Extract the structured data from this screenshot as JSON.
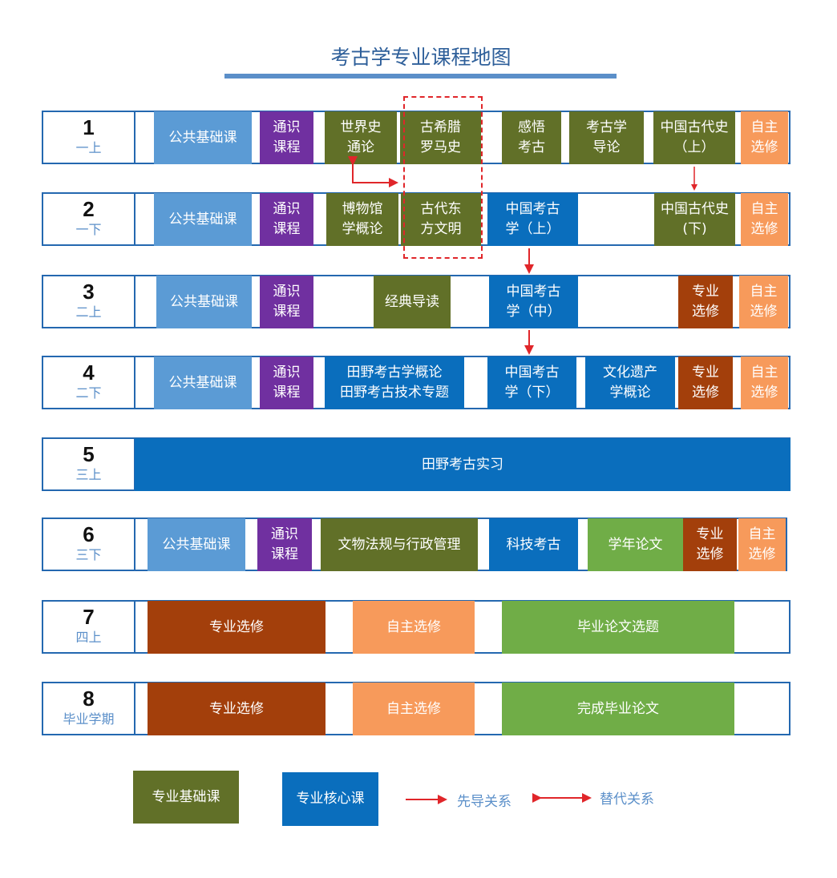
{
  "title": "考古学专业课程地图",
  "colors": {
    "public": "#5b9bd5",
    "general": "#7030a0",
    "base": "#617028",
    "core": "#0a6ebd",
    "major": "#a33f0b",
    "free": "#f79a5b",
    "thesis": "#70ad47",
    "arrow": "#e0262a"
  },
  "rows": [
    {
      "num": "1",
      "semester": "一上",
      "courses": [
        {
          "text": "公共基础课",
          "cat": "public"
        },
        {
          "text": "通识\n课程",
          "cat": "general"
        },
        {
          "text": "世界史\n通论",
          "cat": "base"
        },
        {
          "text": "古希腊\n罗马史",
          "cat": "base"
        },
        {
          "text": "感悟\n考古",
          "cat": "base"
        },
        {
          "text": "考古学\n导论",
          "cat": "base"
        },
        {
          "text": "中国古代史\n（上）",
          "cat": "base"
        },
        {
          "text": "自主\n选修",
          "cat": "free"
        }
      ]
    },
    {
      "num": "2",
      "semester": "一下",
      "courses": [
        {
          "text": "公共基础课",
          "cat": "public"
        },
        {
          "text": "通识\n课程",
          "cat": "general"
        },
        {
          "text": "博物馆\n学概论",
          "cat": "base"
        },
        {
          "text": "古代东\n方文明",
          "cat": "base"
        },
        {
          "text": "中国考古\n学（上）",
          "cat": "core"
        },
        {
          "text": "中国古代史\n(下)",
          "cat": "base"
        },
        {
          "text": "自主\n选修",
          "cat": "free"
        }
      ]
    },
    {
      "num": "3",
      "semester": "二上",
      "courses": [
        {
          "text": "公共基础课",
          "cat": "public"
        },
        {
          "text": "通识\n课程",
          "cat": "general"
        },
        {
          "text": "经典导读",
          "cat": "base"
        },
        {
          "text": "中国考古\n学（中）",
          "cat": "core"
        },
        {
          "text": "专业\n选修",
          "cat": "major"
        },
        {
          "text": "自主\n选修",
          "cat": "free"
        }
      ]
    },
    {
      "num": "4",
      "semester": "二下",
      "courses": [
        {
          "text": "公共基础课",
          "cat": "public"
        },
        {
          "text": "通识\n课程",
          "cat": "general"
        },
        {
          "text": "田野考古学概论\n田野考古技术专题",
          "cat": "core"
        },
        {
          "text": "中国考古\n学（下）",
          "cat": "core"
        },
        {
          "text": "文化遗产\n学概论",
          "cat": "core"
        },
        {
          "text": "专业\n选修",
          "cat": "major"
        },
        {
          "text": "自主\n选修",
          "cat": "free"
        }
      ]
    },
    {
      "num": "5",
      "semester": "三上",
      "courses": [
        {
          "text": "田野考古实习",
          "cat": "core"
        }
      ]
    },
    {
      "num": "6",
      "semester": "三下",
      "courses": [
        {
          "text": "公共基础课",
          "cat": "public"
        },
        {
          "text": "通识\n课程",
          "cat": "general"
        },
        {
          "text": "文物法规与行政管理",
          "cat": "base"
        },
        {
          "text": "科技考古",
          "cat": "core"
        },
        {
          "text": "学年论文",
          "cat": "thesis"
        },
        {
          "text": "专业\n选修",
          "cat": "major"
        },
        {
          "text": "自主\n选修",
          "cat": "free"
        }
      ]
    },
    {
      "num": "7",
      "semester": "四上",
      "courses": [
        {
          "text": "专业选修",
          "cat": "major"
        },
        {
          "text": "自主选修",
          "cat": "free"
        },
        {
          "text": "毕业论文选题",
          "cat": "thesis"
        }
      ]
    },
    {
      "num": "8",
      "semester": "毕业学期",
      "courses": [
        {
          "text": "专业选修",
          "cat": "major"
        },
        {
          "text": "自主选修",
          "cat": "free"
        },
        {
          "text": "完成毕业论文",
          "cat": "thesis"
        }
      ]
    }
  ],
  "legend": {
    "base_label": "专业基础课",
    "core_label": "专业核心课",
    "prereq_label": "先导关系",
    "replace_label": "替代关系"
  }
}
